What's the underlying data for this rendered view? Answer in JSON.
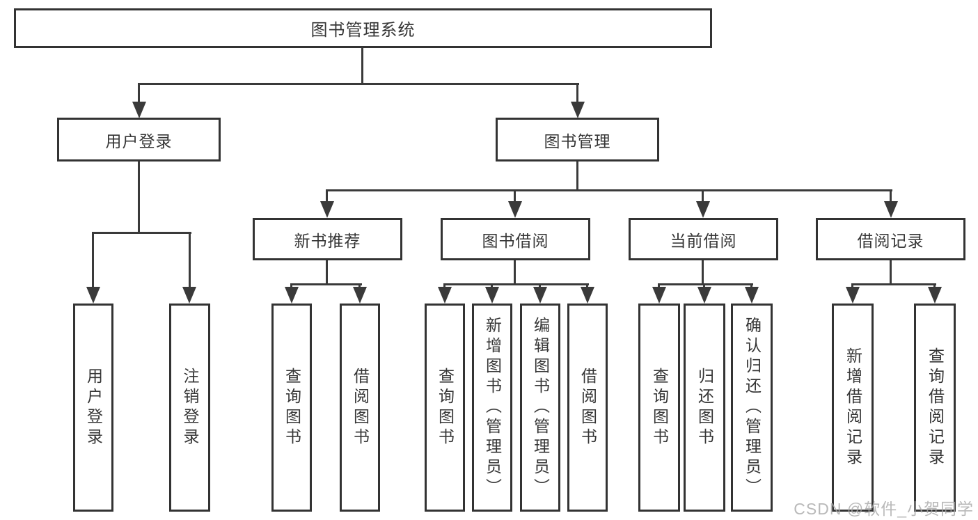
{
  "watermark": "CSDN @软件_小贺同学",
  "colors": {
    "line": "#3a3a3a",
    "box_border": "#333333",
    "text": "#363636",
    "background": "#ffffff",
    "watermark": "#a8a8a8"
  },
  "tree": {
    "label": "图书管理系统",
    "children": [
      {
        "label": "用户登录",
        "children": [
          {
            "label": "用户登录"
          },
          {
            "label": "注销登录"
          }
        ]
      },
      {
        "label": "图书管理",
        "children": [
          {
            "label": "新书推荐",
            "children": [
              {
                "label": "查询图书"
              },
              {
                "label": "借阅图书"
              }
            ]
          },
          {
            "label": "图书借阅",
            "children": [
              {
                "label": "查询图书"
              },
              {
                "label": "新增图书（管理员）"
              },
              {
                "label": "编辑图书（管理员）"
              },
              {
                "label": "借阅图书"
              }
            ]
          },
          {
            "label": "当前借阅",
            "children": [
              {
                "label": "查询图书"
              },
              {
                "label": "归还图书"
              },
              {
                "label": "确认归还（管理员）"
              }
            ]
          },
          {
            "label": "借阅记录",
            "children": [
              {
                "label": "新增借阅记录"
              },
              {
                "label": "查询借阅记录"
              }
            ]
          }
        ]
      }
    ]
  }
}
